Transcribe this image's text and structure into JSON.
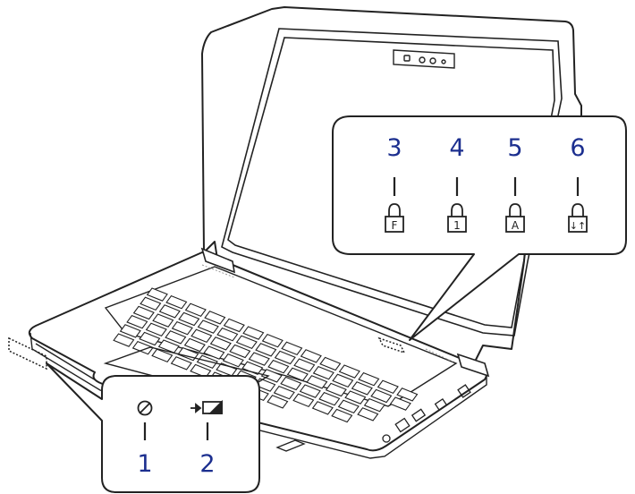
{
  "callouts_top": [
    {
      "number": "3",
      "icon": "function-lock-icon",
      "icon_letter": "F"
    },
    {
      "number": "4",
      "icon": "num-lock-icon",
      "icon_letter": "1"
    },
    {
      "number": "5",
      "icon": "caps-lock-icon",
      "icon_letter": "A"
    },
    {
      "number": "6",
      "icon": "scroll-lock-icon",
      "icon_letter": "↓↑"
    }
  ],
  "callouts_bottom": [
    {
      "number": "1",
      "icon": "power-indicator-icon"
    },
    {
      "number": "2",
      "icon": "battery-charging-icon"
    }
  ],
  "colors": {
    "label": "#1c2f8f",
    "line": "#222222",
    "screen_bg": "#ffffff"
  }
}
